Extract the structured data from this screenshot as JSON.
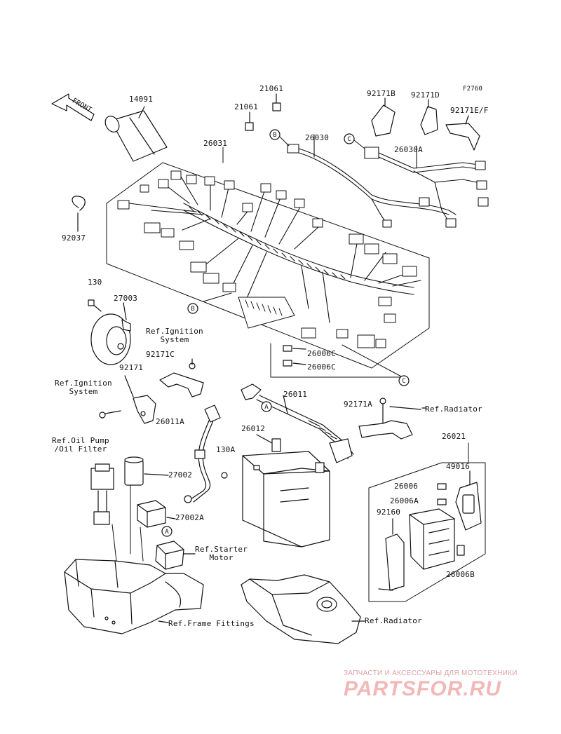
{
  "ref_code": "F2760",
  "front_label": "FRONT",
  "callouts": {
    "p14091": "14091",
    "p21061a": "21061",
    "p21061b": "21061",
    "p92171b": "92171B",
    "p92171d": "92171D",
    "p92171ef": "92171E/F",
    "p26031": "26031",
    "p26030": "26030",
    "p26030a": "26030A",
    "p92037": "92037",
    "p130": "130",
    "p27003": "27003",
    "p92171c": "92171C",
    "p92171": "92171",
    "p26006c_1": "26006C",
    "p26006c_2": "26006C",
    "p26011": "26011",
    "p26011a": "26011A",
    "p92171a": "92171A",
    "p26012": "26012",
    "p130a": "130A",
    "p27002": "27002",
    "p27002a": "27002A",
    "p26021": "26021",
    "p49016": "49016",
    "p26006": "26006",
    "p26006a": "26006A",
    "p92160": "92160",
    "p26006b": "26006B"
  },
  "references": {
    "ignition_1": "Ref.Ignition\nSystem",
    "ignition_2": "Ref.Ignition\nSystem",
    "oil_pump": "Ref.Oil Pump\n/Oil Filter",
    "radiator_1": "Ref.Radiator",
    "radiator_2": "Ref.Radiator",
    "starter": "Ref.Starter\nMotor",
    "frame": "Ref.Frame Fittings"
  },
  "markers": {
    "b1": "B",
    "b2": "B",
    "c1": "C",
    "c2": "C",
    "a1": "A",
    "a2": "A"
  },
  "watermark": {
    "line1": "ЗАПЧАСТИ И АКСЕССУАРЫ ДЛЯ МОТОТЕХНИКИ",
    "line2": "PARTSFOR.RU"
  }
}
